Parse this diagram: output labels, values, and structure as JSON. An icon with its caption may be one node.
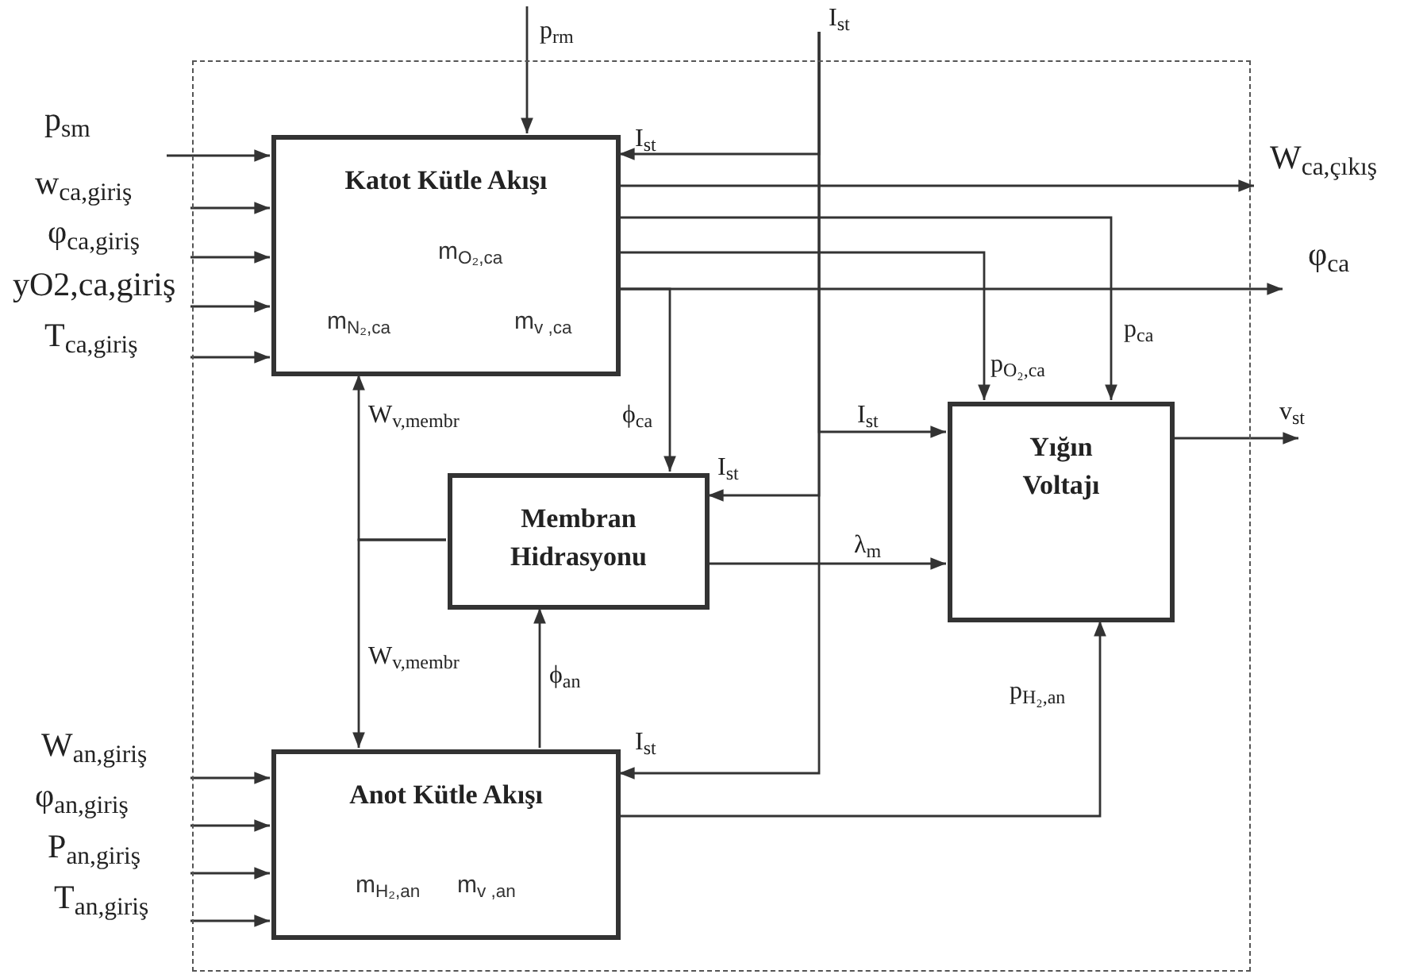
{
  "diagram": {
    "nodes": [
      {
        "text": [],
        "shape": "box"
      },
      {
        "text": [
          "Katot Kütle Akışı",
          "m$_{O₂,ca}$",
          "m$_{N₂,ca}$",
          "m$_{v ,ca}$"
        ],
        "in": 0
      },
      {
        "text": [
          "Membran Hidrasyonu"
        ],
        "in": 0
      },
      {
        "text": [
          "Yığın Voltajı"
        ],
        "in": 0
      },
      {
        "text": [
          "Anot Kütle Akışı",
          "m$_{H₂,an}$",
          "m$_{v ,an}$"
        ],
        "in": 0
      },
      {
        "text": [
          "I$_{st}$"
        ]
      }
    ],
    "edges": [
      {
        "from": null,
        "to": 1,
        "arrow": "to",
        "label": "p$_{sm}$"
      },
      {
        "from": null,
        "to": 1,
        "arrow": "to",
        "label": "w$_{ca,giriş}$"
      },
      {
        "from": null,
        "to": 1,
        "arrow": "to",
        "label": "φ$_{ca,giriş}$"
      },
      {
        "from": null,
        "to": 1,
        "arrow": "to",
        "label": "yO2,ca,giriş"
      },
      {
        "from": null,
        "to": 1,
        "arrow": "to",
        "label": "T$_{ca,giriş}$"
      },
      {
        "from": null,
        "to": 1,
        "arrow": "to",
        "label": "p$_{rm}$"
      },
      {
        "from": 5,
        "to": 1,
        "arrow": "to",
        "label": "I$_{st}$"
      },
      {
        "from": 5,
        "to": 3,
        "arrow": "to",
        "label": "I$_{st}$"
      },
      {
        "from": 5,
        "to": 2,
        "arrow": "to",
        "label": "I$_{st}$"
      },
      {
        "from": 5,
        "to": 4,
        "arrow": "to",
        "label": "I$_{st}$"
      },
      {
        "from": 1,
        "to": null,
        "arrow": "to",
        "label": "W$_{ca,çıkış}$"
      },
      {
        "from": 1,
        "to": 3,
        "arrow": "to",
        "label": "p$_{ca}$"
      },
      {
        "from": 1,
        "to": 3,
        "arrow": "to",
        "label": "p$_{O₂,ca}$"
      },
      {
        "from": 1,
        "to": null,
        "arrow": "to",
        "label": "φ$_{ca}$"
      },
      {
        "from": 1,
        "to": 2,
        "arrow": "to",
        "label": "ϕ$_{ca}$"
      },
      {
        "from": 2,
        "to": 1,
        "arrow": "to",
        "label": "W$_{v,membr}$"
      },
      {
        "from": 2,
        "to": 4,
        "arrow": "to",
        "label": "W$_{v,membr}$"
      },
      {
        "from": 4,
        "to": 2,
        "arrow": "to",
        "label": "ϕ$_{an}$"
      },
      {
        "from": 2,
        "to": 3,
        "arrow": "to",
        "label": "λ$_{m}$"
      },
      {
        "from": 4,
        "to": 3,
        "arrow": "to",
        "label": "p$_{H₂,an}$"
      },
      {
        "from": 3,
        "to": null,
        "arrow": "to",
        "label": "v$_{st}$"
      },
      {
        "from": null,
        "to": 4,
        "arrow": "to",
        "label": "W$_{an,giriş}$"
      },
      {
        "from": null,
        "to": 4,
        "arrow": "to",
        "label": "φ$_{an,giriş}$"
      },
      {
        "from": null,
        "to": 4,
        "arrow": "to",
        "label": "P$_{an,giriş}$"
      },
      {
        "from": null,
        "to": 4,
        "arrow": "to",
        "label": "T$_{an,giriş}$"
      }
    ]
  }
}
